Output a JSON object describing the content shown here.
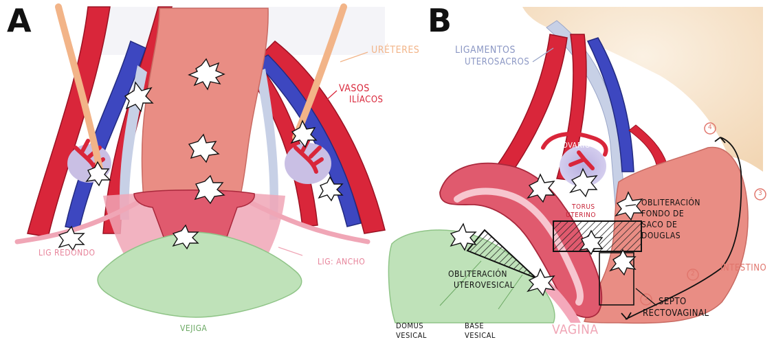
{
  "panels": {
    "a": {
      "letter": "A",
      "labels": {
        "ureteres": "URÉTERES",
        "vasos_line1": "VASOS",
        "vasos_line2": "ILÍACOS",
        "lig_redondo": "LIG REDONDO",
        "lig_ancho": "LIG: ANCHO",
        "vejiga": "VEJIGA"
      }
    },
    "b": {
      "letter": "B",
      "labels": {
        "ligamentos_line1": "LIGAMENTOS",
        "ligamentos_line2": "UTEROSACROS",
        "ovario": "OVARIO",
        "torus_line1": "TORUS",
        "torus_line2": "UTERINO",
        "oblit_douglas_line1": "OBLITERACIÓN",
        "oblit_douglas_line2": "FONDO DE",
        "oblit_douglas_line3": "SACO DE",
        "oblit_douglas_line4": "DOUGLAS",
        "oblit_uv_line1": "OBLITERACIÓN",
        "oblit_uv_line2": "UTEROVESICAL",
        "intestino": "INTESTINO",
        "septo_line1": "SEPTO",
        "septo_line2": "RECTOVAGINAL",
        "domus_line1": "DOMUS",
        "domus_line2": "VESICAL",
        "base_line1": "BASE",
        "base_line2": "VESICAL",
        "vagina": "VAGINA",
        "num1": "1",
        "num2": "2",
        "num3": "3",
        "num4": "4"
      }
    }
  },
  "colors": {
    "artery": "#d9263a",
    "vein": "#3d47c0",
    "ureter": "#f2b488",
    "uterus": "#e05a6e",
    "rectum": "#e98d84",
    "bladder": "#bfe2b9",
    "ovary": "#c9bfe4",
    "ligament": "#f0a6b6",
    "bowel": "#f6e2c9",
    "lesion": "#ffffff"
  }
}
